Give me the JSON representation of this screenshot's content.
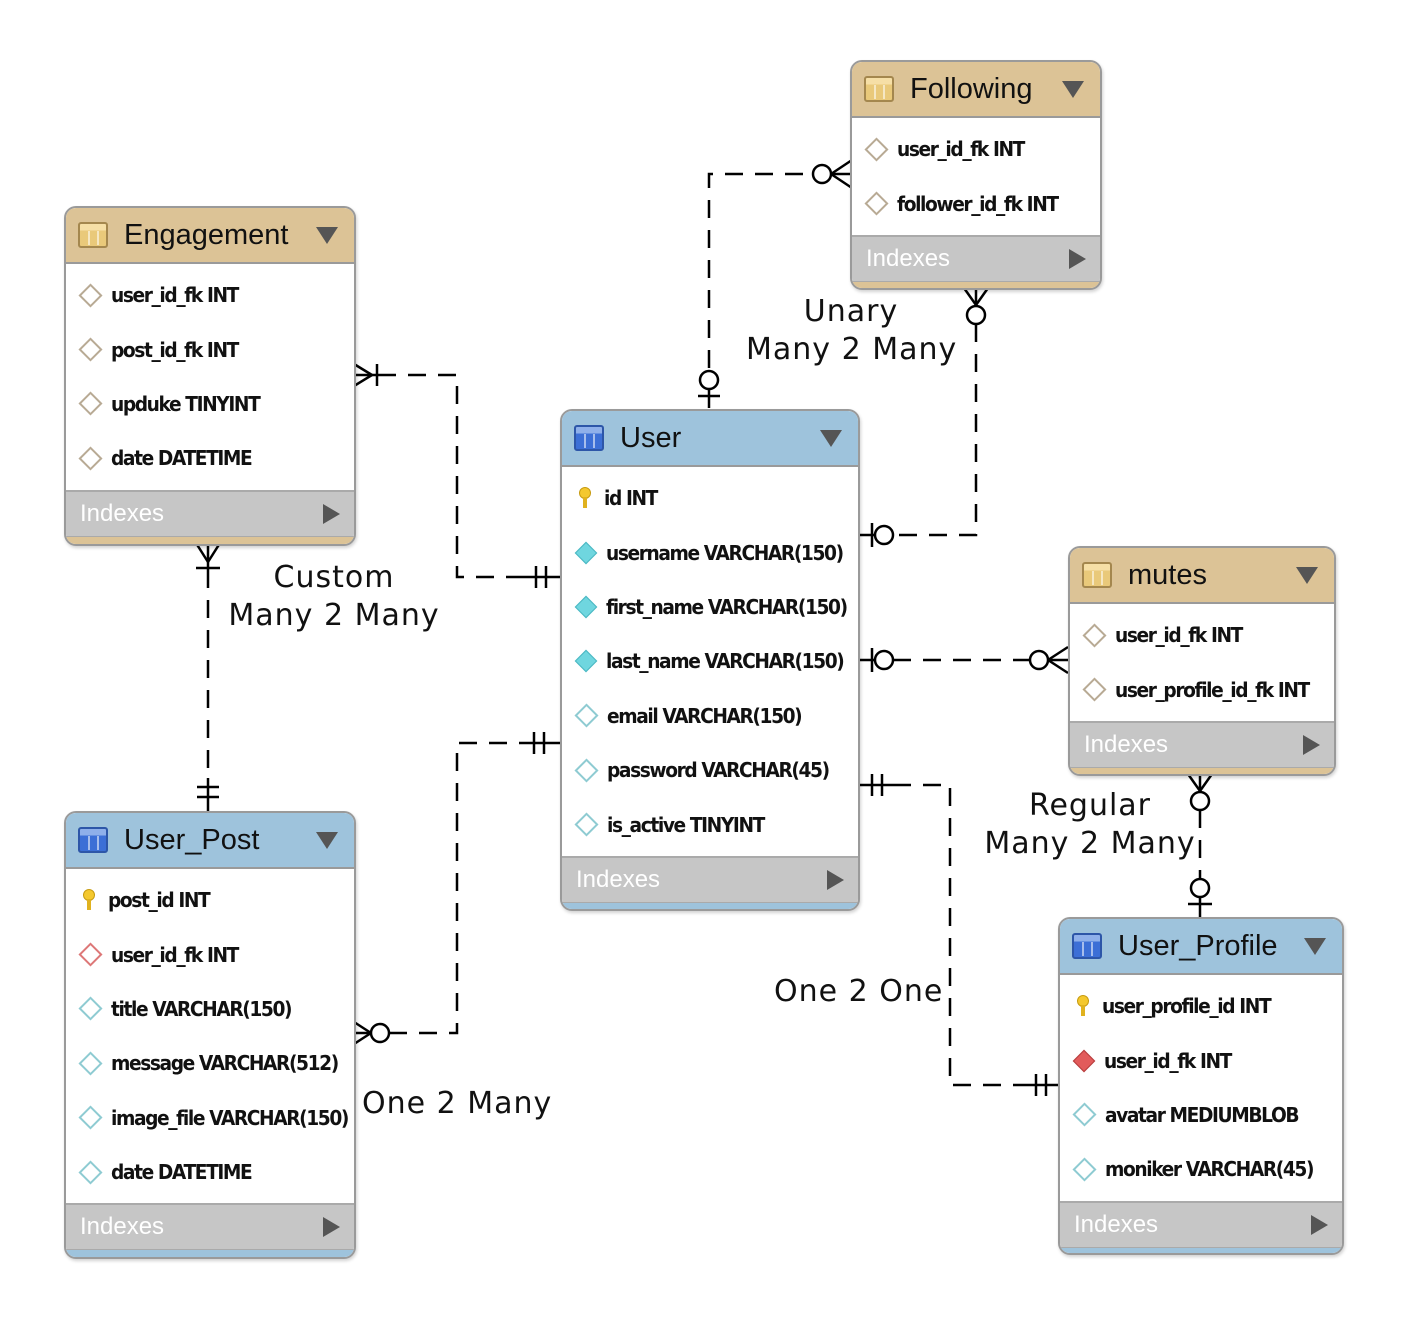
{
  "entities": {
    "following": {
      "title": "Following",
      "fields": [
        "user_id_fk INT",
        "follower_id_fk INT"
      ],
      "indexes_label": "Indexes"
    },
    "engagement": {
      "title": "Engagement",
      "fields": [
        "user_id_fk INT",
        "post_id_fk INT",
        "upduke TINYINT",
        "date DATETIME"
      ],
      "indexes_label": "Indexes"
    },
    "user": {
      "title": "User",
      "fields": [
        "id INT",
        "username VARCHAR(150)",
        "first_name VARCHAR(150)",
        "last_name VARCHAR(150)",
        "email VARCHAR(150)",
        "password VARCHAR(45)",
        "is_active TINYINT"
      ],
      "indexes_label": "Indexes"
    },
    "mutes": {
      "title": "mutes",
      "fields": [
        "user_id_fk INT",
        "user_profile_id_fk INT"
      ],
      "indexes_label": "Indexes"
    },
    "user_post": {
      "title": "User_Post",
      "fields": [
        "post_id INT",
        "user_id_fk INT",
        "title VARCHAR(150)",
        "message VARCHAR(512)",
        "image_file VARCHAR(150)",
        "date DATETIME"
      ],
      "indexes_label": "Indexes"
    },
    "user_profile": {
      "title": "User_Profile",
      "fields": [
        "user_profile_id INT",
        "user_id_fk INT",
        "avatar MEDIUMBLOB",
        "moniker VARCHAR(45)"
      ],
      "indexes_label": "Indexes"
    }
  },
  "relationships": {
    "unary": {
      "line1": "Unary",
      "line2": "Many 2 Many"
    },
    "custom": {
      "line1": "Custom",
      "line2": "Many 2 Many"
    },
    "regular": {
      "line1": "Regular",
      "line2": "Many 2 Many"
    },
    "one_to_one": {
      "label": "One 2 One"
    },
    "one_to_many": {
      "label": "One 2 Many"
    }
  },
  "colors": {
    "link_table_header": "#dcc396",
    "entity_header": "#9ec3dc",
    "indexes_bar": "#c6c6c6"
  }
}
